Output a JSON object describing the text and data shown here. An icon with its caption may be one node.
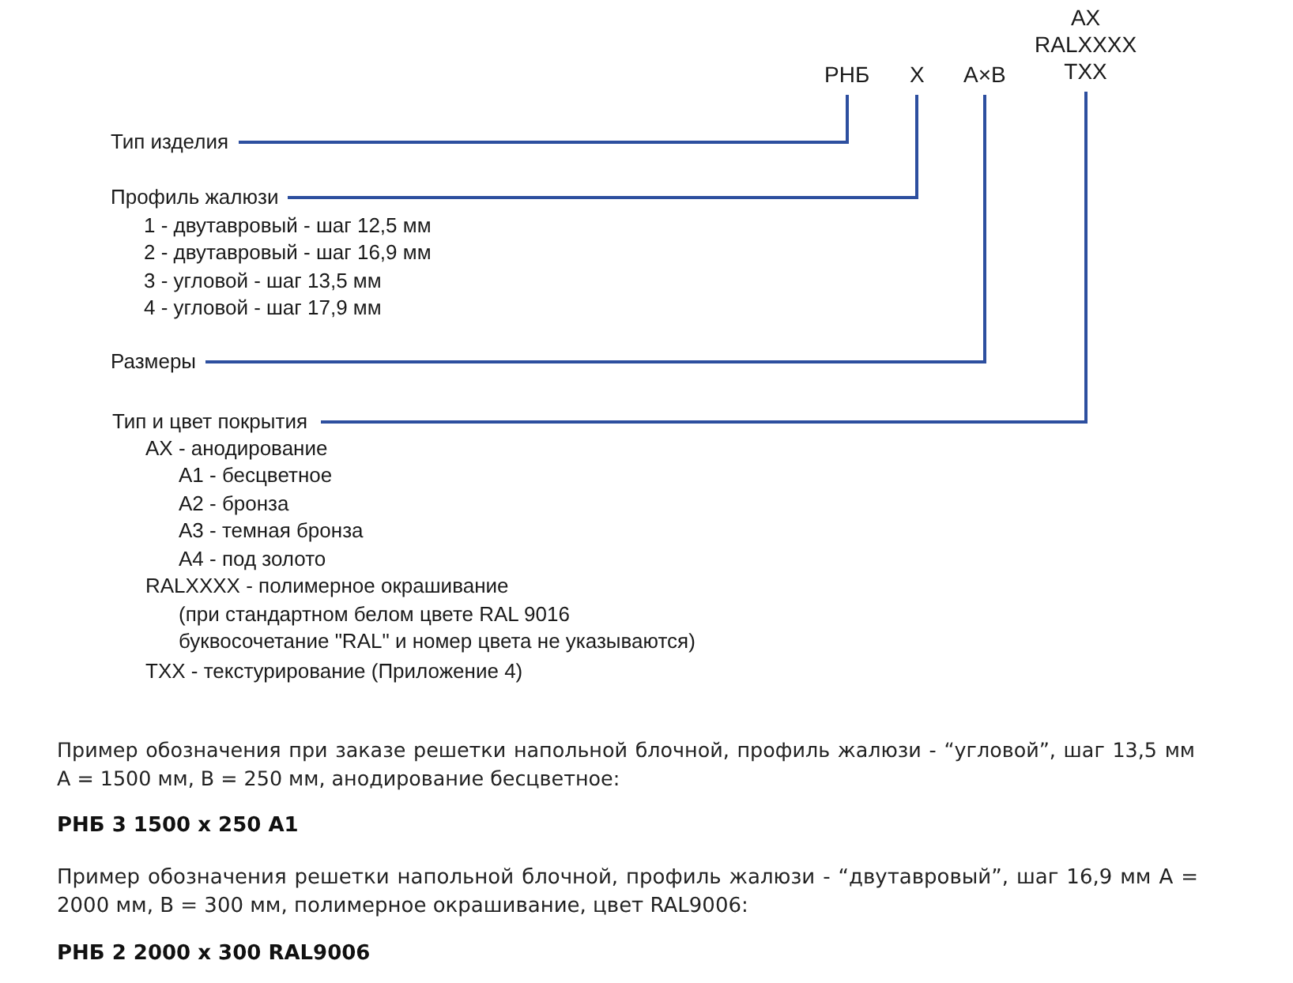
{
  "diagram": {
    "nodes": [
      {
        "text": [
          "РНБ"
        ]
      },
      {
        "text": [
          "X"
        ]
      },
      {
        "text": [
          "A×B"
        ]
      },
      {
        "text": [
          "AX",
          "RALXXXX",
          "TXX"
        ]
      },
      {
        "text": [
          "Тип изделия"
        ]
      },
      {
        "text": [
          "Профиль жалюзи"
        ]
      },
      {
        "text": [
          "Размеры"
        ]
      },
      {
        "text": [
          "Тип и цвет покрытия"
        ]
      }
    ],
    "edges": [
      {
        "from": 4,
        "to": 0,
        "arrow": "none"
      },
      {
        "from": 5,
        "to": 1,
        "arrow": "none"
      },
      {
        "from": 6,
        "to": 2,
        "arrow": "none"
      },
      {
        "from": 7,
        "to": 3,
        "arrow": "none"
      }
    ],
    "labels": [
      "1 - двутавровый - шаг 12,5 мм",
      "2 - двутавровый - шаг 16,9 мм",
      "3 - угловой - шаг 13,5 мм",
      "4 - угловой - шаг 17,9 мм",
      "AX - анодирование",
      "A1 - бесцветное",
      "A2 - бронза",
      "A3 - темная бронза",
      "A4 - под золото",
      "RALXXXX - полимерное окрашивание",
      "(при стандартном белом цвете RAL 9016 буквосочетание \"RAL\" и номер цвета не указываются)",
      "TXX - текстурирование (Приложение 4)",
      "Пример обозначения при заказе решетки напольной блочной, профиль жалюзи - “угловой”, шаг 13,5 мм А = 1500 мм, В = 250 мм, анодирование бесцветное:",
      "РНБ 3 1500 x 250 A1",
      "Пример обозначения решетки напольной блочной, профиль жалюзи - “двутавровый”, шаг 16,9 мм А = 2000 мм, В = 300 мм, полимерное окрашивание, цвет RAL9006:",
      "РНБ 2 2000 x 300 RAL9006"
    ]
  }
}
